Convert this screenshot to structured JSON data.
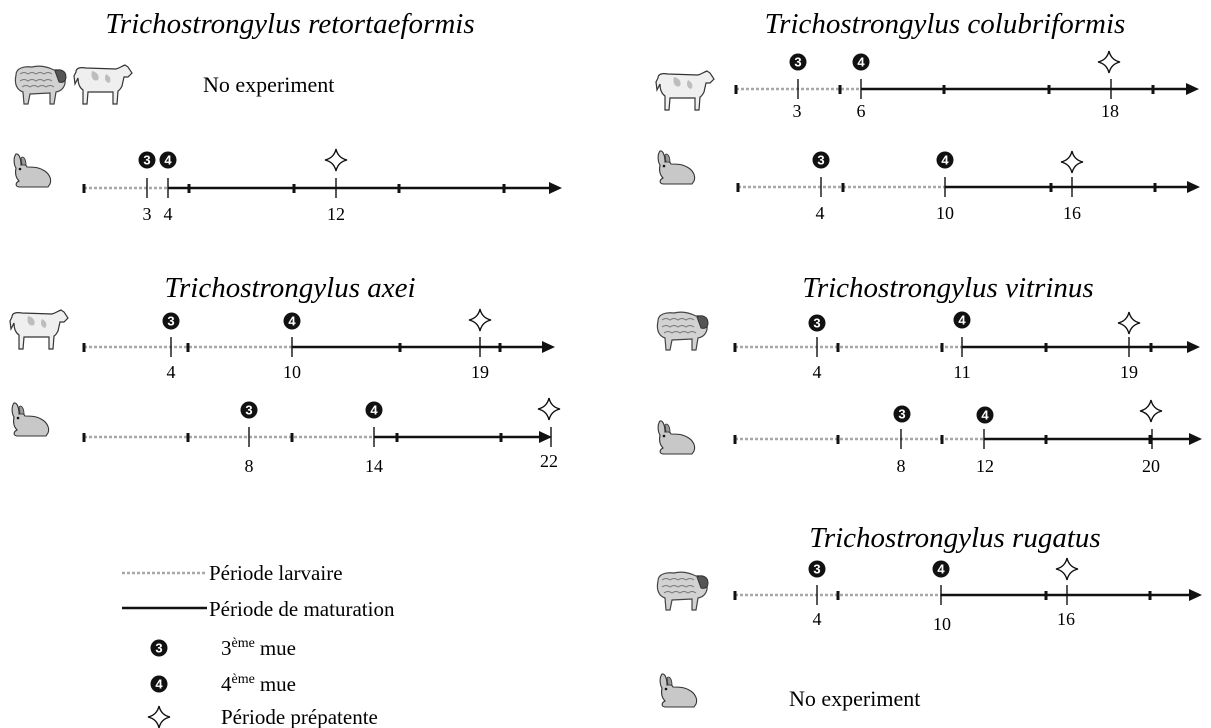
{
  "panels": [
    {
      "species": "Trichostrongylus retortaeformis",
      "hosts": [
        {
          "animals": [
            "sheep",
            "cow"
          ],
          "note": "No experiment"
        },
        {
          "animals": [
            "rabbit"
          ],
          "mue3": "3",
          "mue4": "4",
          "prepatent": "12"
        }
      ]
    },
    {
      "species": "Trichostrongylus axei",
      "hosts": [
        {
          "animals": [
            "cow"
          ],
          "mue3": "4",
          "mue4": "10",
          "prepatent": "19"
        },
        {
          "animals": [
            "rabbit"
          ],
          "mue3": "8",
          "mue4": "14",
          "prepatent": "22"
        }
      ]
    },
    {
      "species": "Trichostrongylus colubriformis",
      "hosts": [
        {
          "animals": [
            "cow"
          ],
          "mue3": "3",
          "mue4": "6",
          "prepatent": "18"
        },
        {
          "animals": [
            "rabbit"
          ],
          "mue3": "4",
          "mue4": "10",
          "prepatent": "16"
        }
      ]
    },
    {
      "species": "Trichostrongylus vitrinus",
      "hosts": [
        {
          "animals": [
            "sheep"
          ],
          "mue3": "4",
          "mue4": "11",
          "prepatent": "19"
        },
        {
          "animals": [
            "rabbit"
          ],
          "mue3": "8",
          "mue4": "12",
          "prepatent": "20"
        }
      ]
    },
    {
      "species": "Trichostrongylus rugatus",
      "hosts": [
        {
          "animals": [
            "sheep"
          ],
          "mue3": "4",
          "mue4": "10",
          "prepatent": "16"
        },
        {
          "animals": [
            "rabbit"
          ],
          "note": "No experiment"
        }
      ]
    }
  ],
  "legend": {
    "larval": "Période larvaire",
    "maturation": "Période de maturation",
    "mue3_num": "3",
    "mue3_sup": "ème",
    "mue3_word": "mue",
    "mue4_num": "4",
    "mue4_sup": "ème",
    "mue4_word": "mue",
    "prepatent": "Période prépatente"
  },
  "colors": {
    "larval_line": "#a8a8a8",
    "maturation_line": "#111111",
    "marker": "#111111"
  },
  "icons": {
    "sheep": "sheep-icon",
    "cow": "cow-icon",
    "rabbit": "rabbit-icon",
    "mue3": "filled-circle-3-icon",
    "mue4": "filled-circle-4-icon",
    "prepatent": "four-point-star-icon"
  }
}
